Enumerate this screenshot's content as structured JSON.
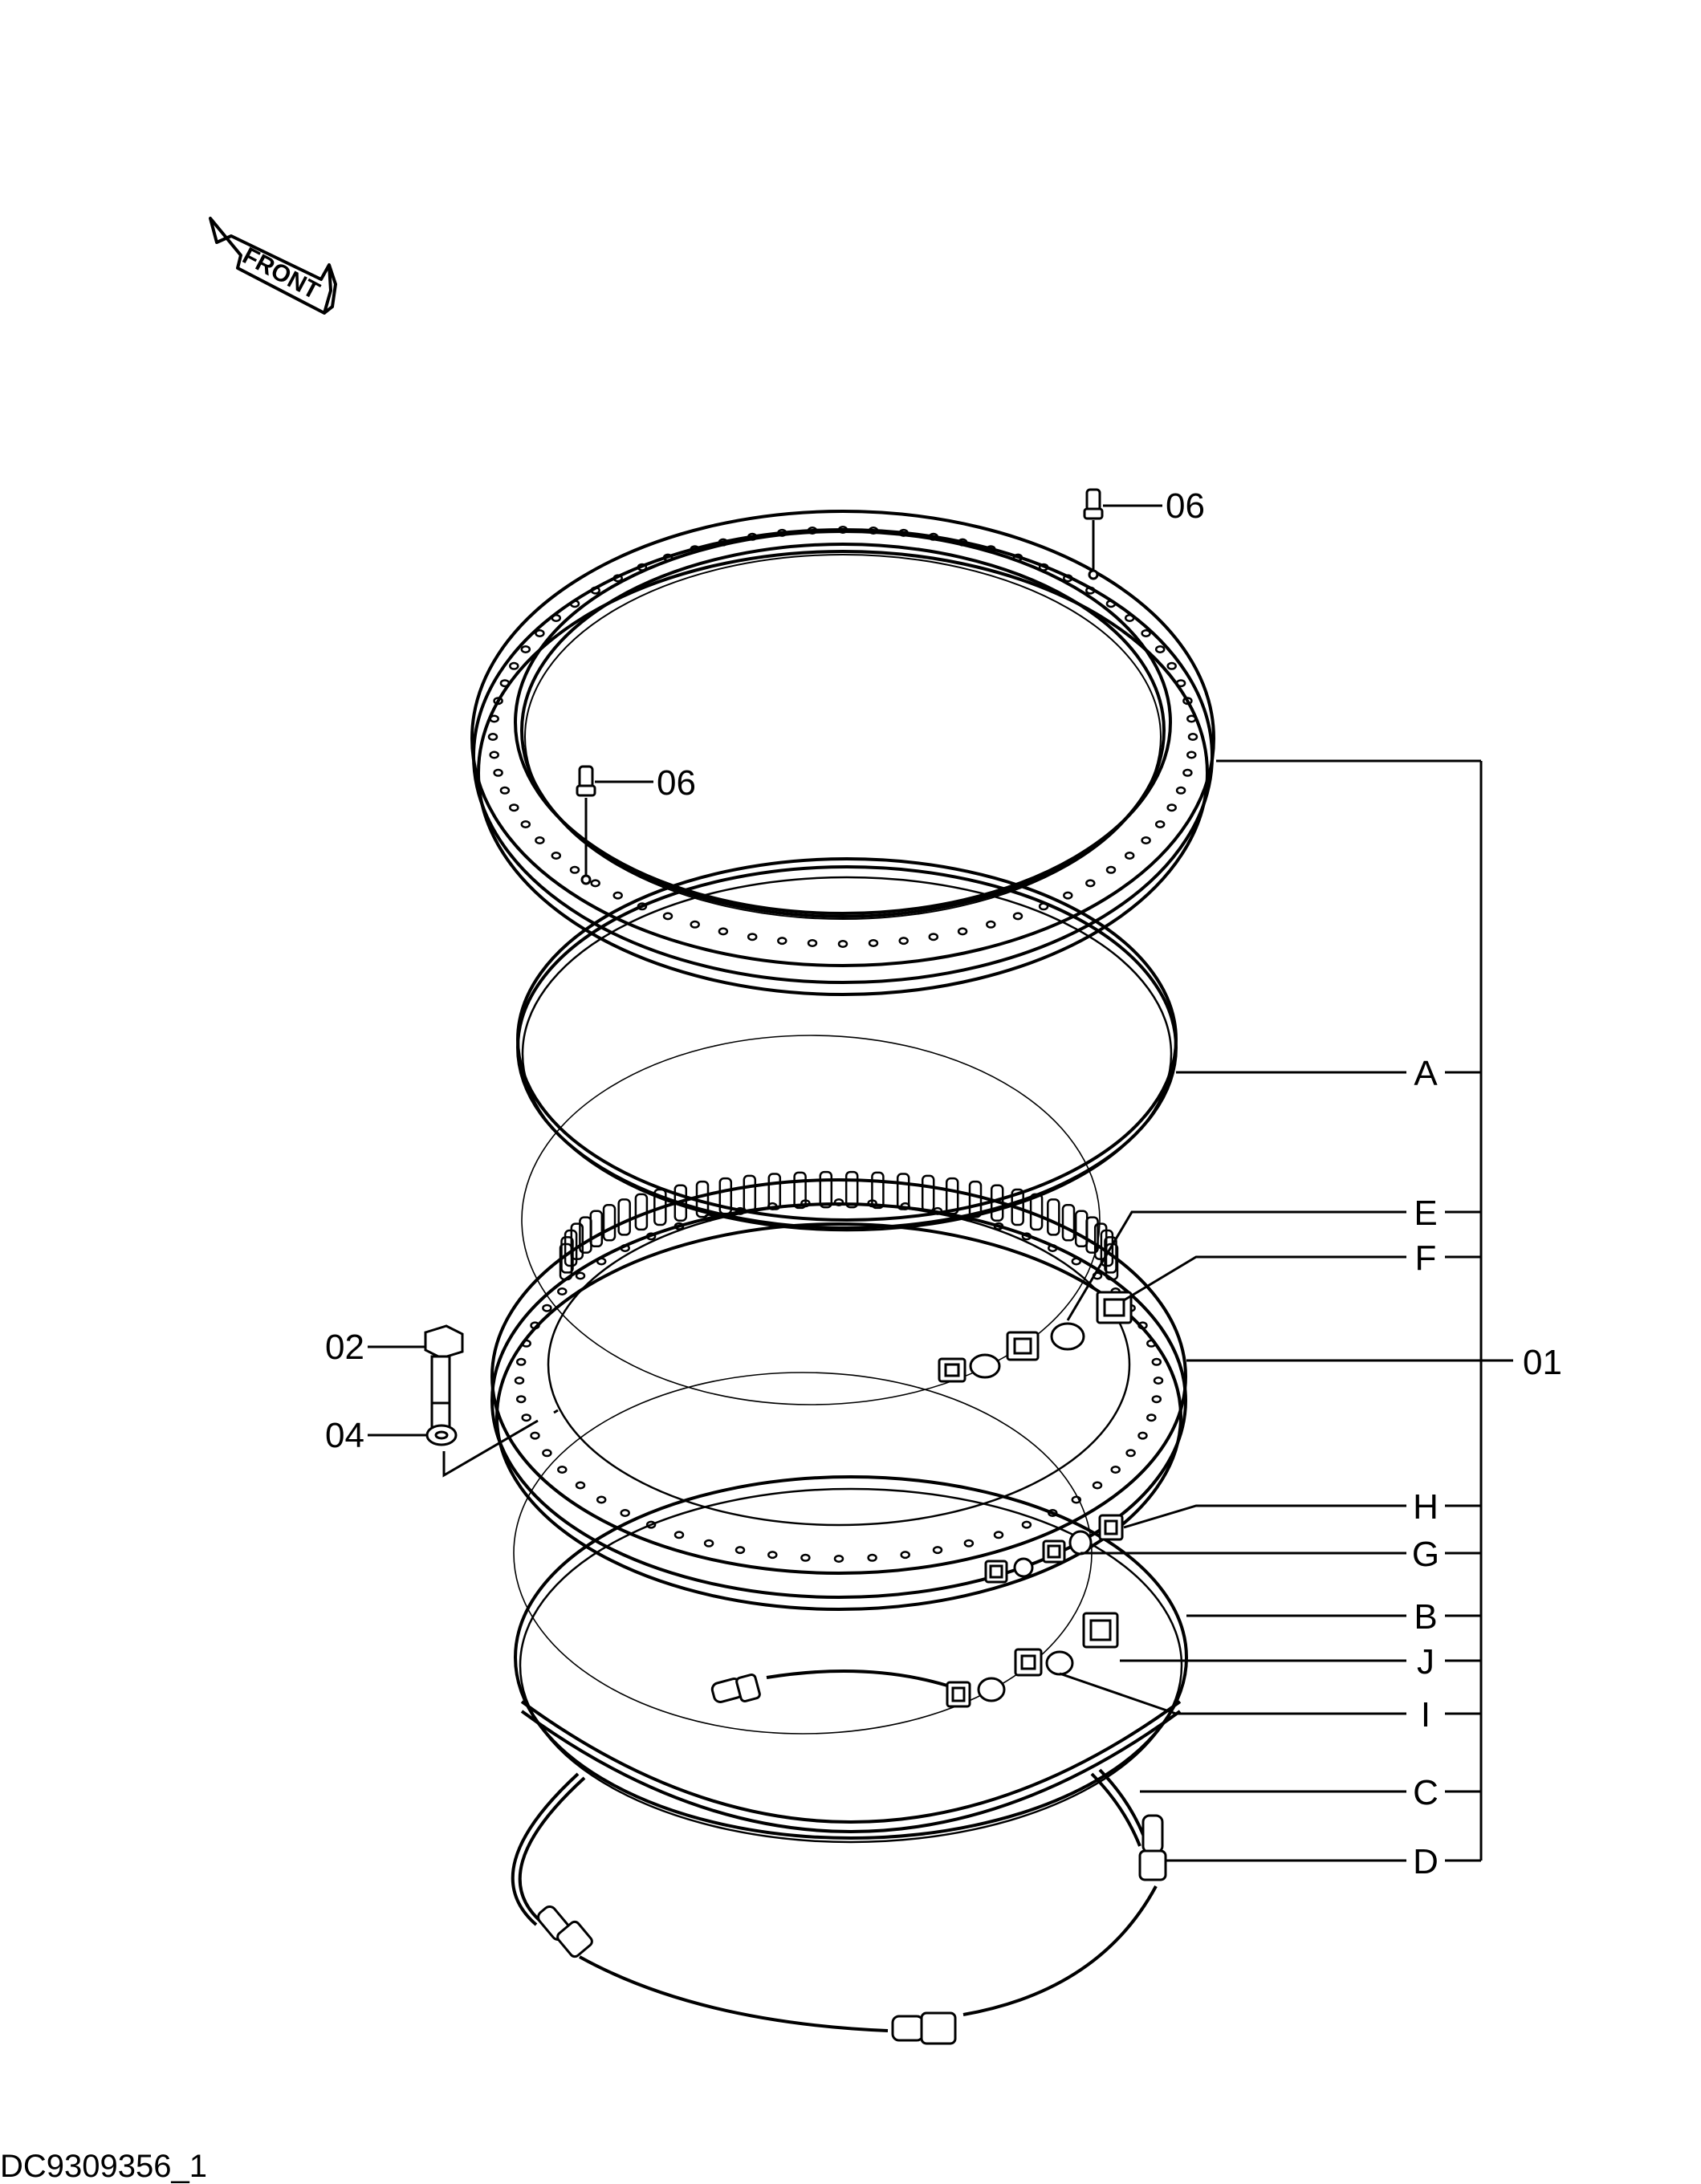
{
  "front_label": "FRONT",
  "drawing_id": "DC9309356_1",
  "assembly_label": "01",
  "callouts": {
    "bolt": "02",
    "washer": "04",
    "grease_fitting_top": "06",
    "grease_fitting_inner": "06"
  },
  "parts": [
    "A",
    "E",
    "F",
    "H",
    "G",
    "B",
    "J",
    "I",
    "C",
    "D"
  ],
  "line_color": "#000000",
  "background": "#ffffff"
}
